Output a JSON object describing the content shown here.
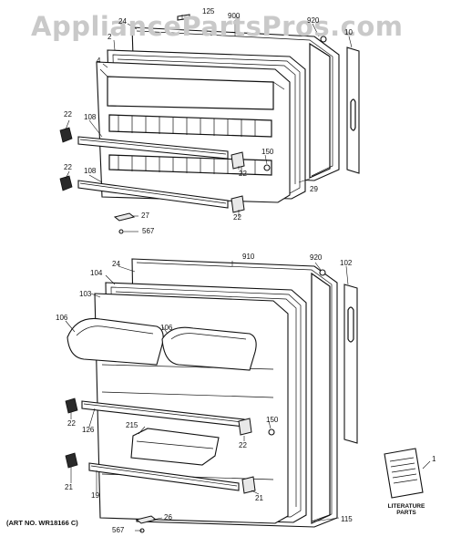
{
  "watermark": "AppliancePartsPros.com",
  "art_number": "(ART NO. WR18166 C)",
  "literature_label": "LITERATURE PARTS",
  "callouts": {
    "c125": "125",
    "c900": "900",
    "c920_top": "920",
    "c24_top": "24",
    "c2": "2",
    "c4": "4",
    "c10": "10",
    "c22_a": "22",
    "c22_b": "22",
    "c108_a": "108",
    "c108_b": "108",
    "c150_top": "150",
    "c22_c": "22",
    "c29": "29",
    "c22_d": "22",
    "c27": "27",
    "c567_top": "567",
    "c910": "910",
    "c920_bot": "920",
    "c102": "102",
    "c24_bot": "24",
    "c104": "104",
    "c103": "103",
    "c106_a": "106",
    "c106_b": "106",
    "c150_bot": "150",
    "c215": "215",
    "c22_e": "22",
    "c126": "126",
    "c22_f": "22",
    "c21_a": "21",
    "c19": "19",
    "c21_b": "21",
    "c1": "1",
    "c115": "115",
    "c26": "26",
    "c567_bot": "567"
  }
}
